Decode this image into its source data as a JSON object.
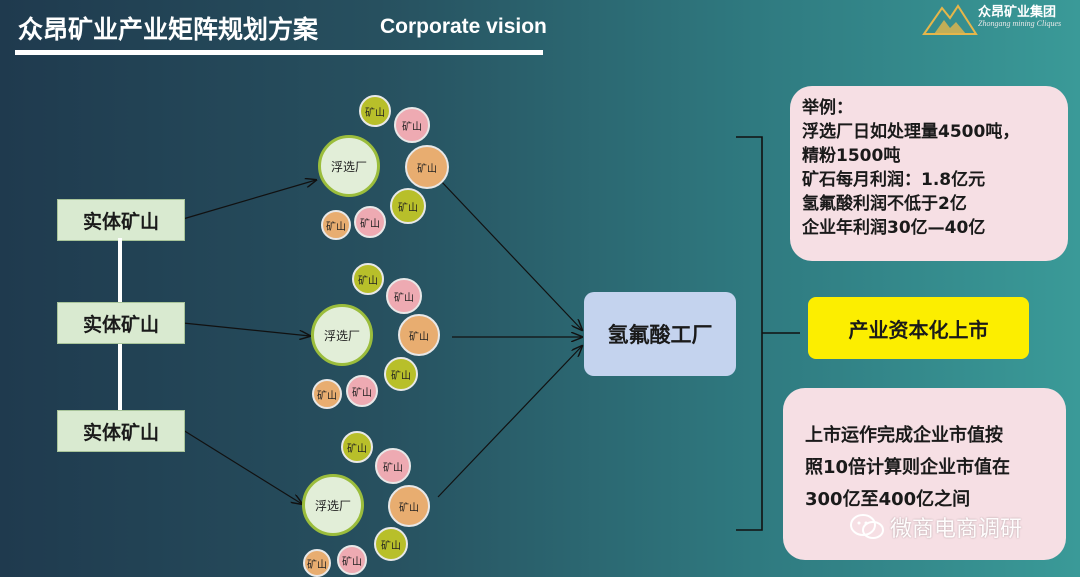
{
  "header": {
    "title": "众昂矿业产业矩阵规划方案",
    "subtitle": "Corporate vision",
    "logo_name": "众昂矿业集团",
    "logo_sub": "Zhongang mining Cliques"
  },
  "mines": [
    "实体矿山",
    "实体矿山",
    "实体矿山"
  ],
  "clusters": [
    {
      "center": "浮选厂",
      "satellites": [
        "矿山",
        "矿山",
        "矿山",
        "矿山",
        "矿山",
        "矿山"
      ]
    },
    {
      "center": "浮选厂",
      "satellites": [
        "矿山",
        "矿山",
        "矿山",
        "矿山",
        "矿山",
        "矿山"
      ]
    },
    {
      "center": "浮选厂",
      "satellites": [
        "矿山",
        "矿山",
        "矿山",
        "矿山",
        "矿山",
        "矿山"
      ]
    }
  ],
  "factory": "氢氟酸工厂",
  "example": {
    "lines": [
      "举例：",
      "浮选厂日如处理量4500吨，",
      "精粉1500吨",
      "矿石每月利润：1.8亿元",
      "氢氟酸利润不低于2亿",
      "企业年利润30亿—40亿"
    ]
  },
  "ipo": "产业资本化上市",
  "market_value": {
    "lines": [
      "上市运作完成企业市值按",
      "照10倍计算则企业市值在",
      "300亿至400亿之间"
    ]
  },
  "watermark": "微商电商调研",
  "colors": {
    "green": "#b8bf2a",
    "pink": "#eeaab2",
    "orange": "#e8ad70",
    "ipo": "#fcee00",
    "factory": "#c4d3ee"
  }
}
